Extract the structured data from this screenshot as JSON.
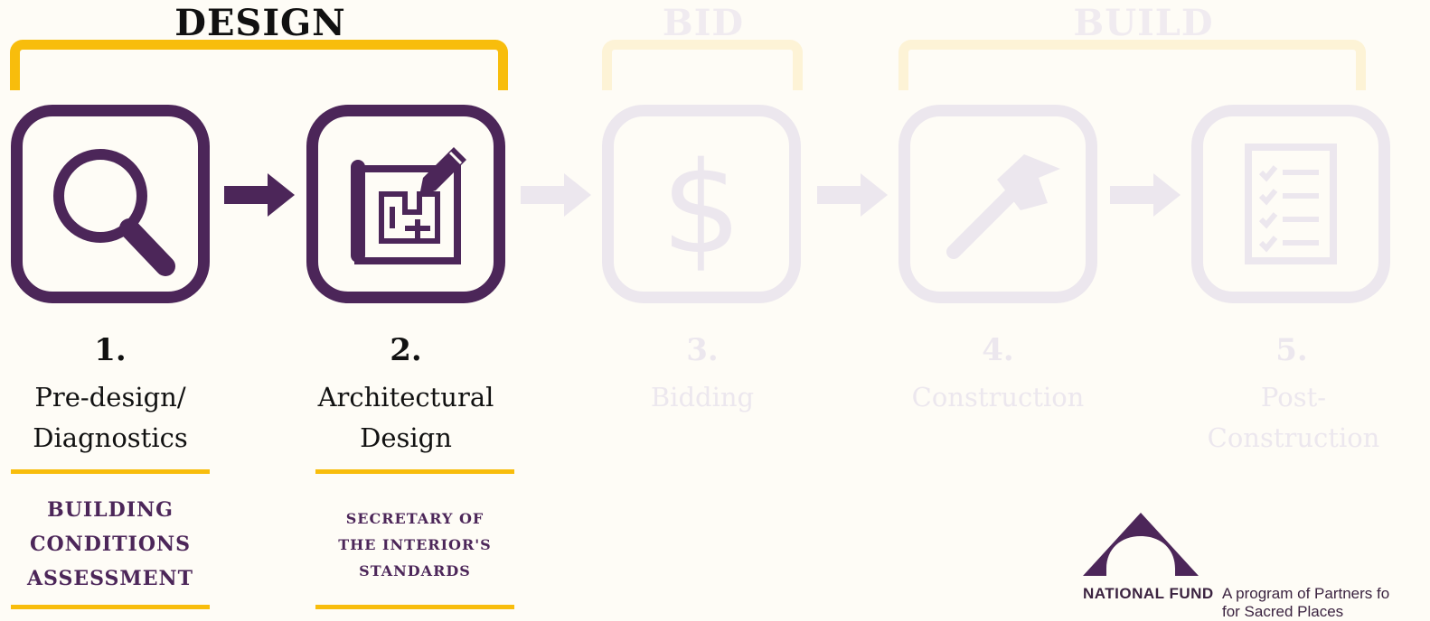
{
  "phases": {
    "design": "DESIGN",
    "bid": "BID",
    "build": "BUILD"
  },
  "steps": [
    {
      "number": "1.",
      "label_line1": "Pre-design/",
      "label_line2": "Diagnostics",
      "icon": "magnifying-glass-icon",
      "active": true
    },
    {
      "number": "2.",
      "label_line1": "Architectural",
      "label_line2": "Design",
      "icon": "blueprint-pencil-icon",
      "active": true
    },
    {
      "number": "3.",
      "label_line1": "Bidding",
      "label_line2": "",
      "icon": "dollar-sign-icon",
      "active": false
    },
    {
      "number": "4.",
      "label_line1": "Construction",
      "label_line2": "",
      "icon": "hammer-icon",
      "active": false
    },
    {
      "number": "5.",
      "label_line1": "Post-Construction",
      "label_line2": "",
      "icon": "checklist-icon",
      "active": false
    }
  ],
  "documents": {
    "step1": {
      "line1": "BUILDING",
      "line2": "CONDITIONS",
      "line3": "ASSESSMENT"
    },
    "step2": {
      "line1": "SECRETARY OF",
      "line2": "THE INTERIOR'S",
      "line3": "STANDARDS"
    }
  },
  "logo": {
    "name": "NATIONAL FUND",
    "tagline": "A program of Partners fo",
    "tagline_partial": "for Sacred Places"
  },
  "colors": {
    "purple": "#4c2659",
    "gold": "#f8bd0c",
    "dim": "#ece7ee",
    "background": "#fefcf6"
  }
}
